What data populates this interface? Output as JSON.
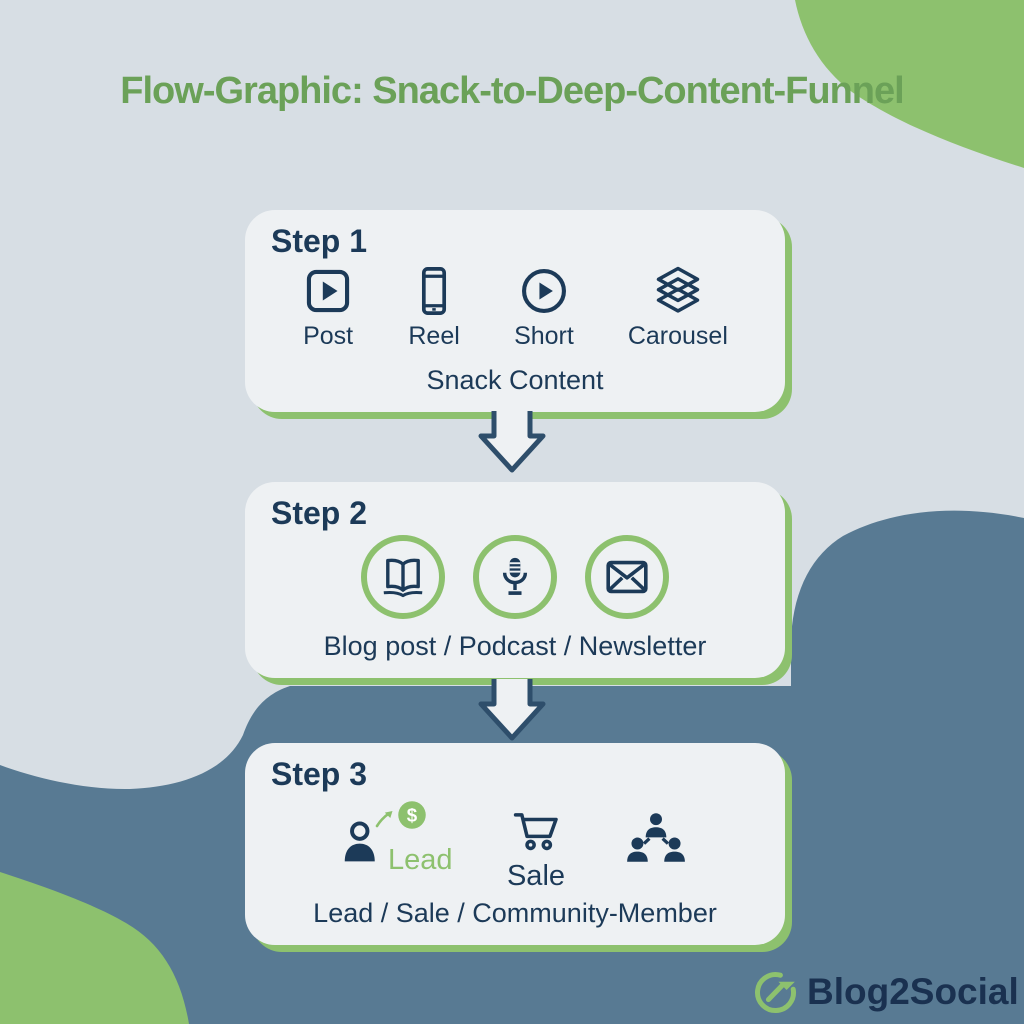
{
  "title": "Flow-Graphic: Snack-to-Deep-Content-Funnel",
  "steps": [
    {
      "heading": "Step 1",
      "items": [
        {
          "icon": "post-icon",
          "label": "Post"
        },
        {
          "icon": "reel-icon",
          "label": "Reel"
        },
        {
          "icon": "short-icon",
          "label": "Short"
        },
        {
          "icon": "carousel-icon",
          "label": "Carousel"
        }
      ],
      "caption": "Snack Content"
    },
    {
      "heading": "Step 2",
      "items": [
        {
          "icon": "book-icon"
        },
        {
          "icon": "microphone-icon"
        },
        {
          "icon": "mail-icon"
        }
      ],
      "caption": "Blog post / Podcast / Newsletter"
    },
    {
      "heading": "Step 3",
      "items": [
        {
          "icon": "lead-person-icon",
          "label": "Lead"
        },
        {
          "icon": "cart-icon",
          "label": "Sale"
        },
        {
          "icon": "community-icon"
        }
      ],
      "caption": "Lead / Sale / Community-Member"
    }
  ],
  "badge": {
    "dollar": "$"
  },
  "logo": {
    "text": "Blog2Social"
  },
  "colors": {
    "green": "#8dc16e",
    "title_green": "#6ba158",
    "navy": "#1c3a58",
    "slate": "#587a93",
    "background": "#d7dee4",
    "card": "#eef1f3"
  }
}
